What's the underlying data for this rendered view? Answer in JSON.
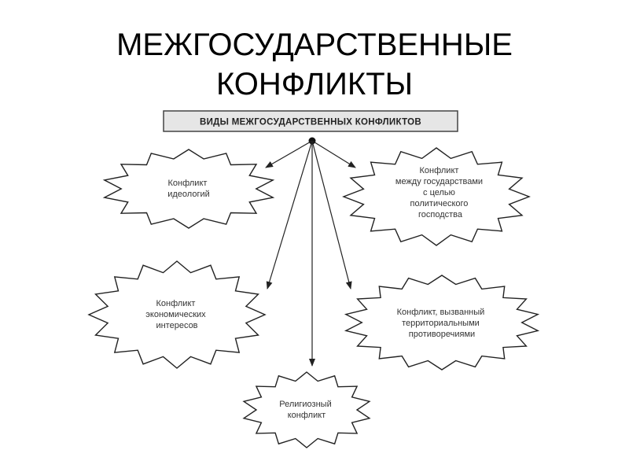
{
  "slide": {
    "title": "МЕЖГОСУДАРСТВЕННЫЕ\nКОНФЛИКТЫ"
  },
  "diagram": {
    "header": "ВИДЫ МЕЖГОСУДАРСТВЕННЫХ КОНФЛИКТОВ",
    "nodes": [
      {
        "id": "ideology",
        "lines": [
          "Конфликт",
          "идеологий"
        ]
      },
      {
        "id": "political",
        "lines": [
          "Конфликт",
          "между государствами",
          "с целью",
          "политического",
          "господства"
        ]
      },
      {
        "id": "economic",
        "lines": [
          "Конфликт",
          "экономических",
          "интересов"
        ]
      },
      {
        "id": "territorial",
        "lines": [
          "Конфликт, вызванный",
          "территориальными",
          "противоречиями"
        ]
      },
      {
        "id": "religious",
        "lines": [
          "Религиозный",
          "конфликт"
        ]
      }
    ],
    "colors": {
      "stroke": "#222222",
      "header_fill": "#e6e6e6",
      "node_fill": "#ffffff"
    }
  }
}
